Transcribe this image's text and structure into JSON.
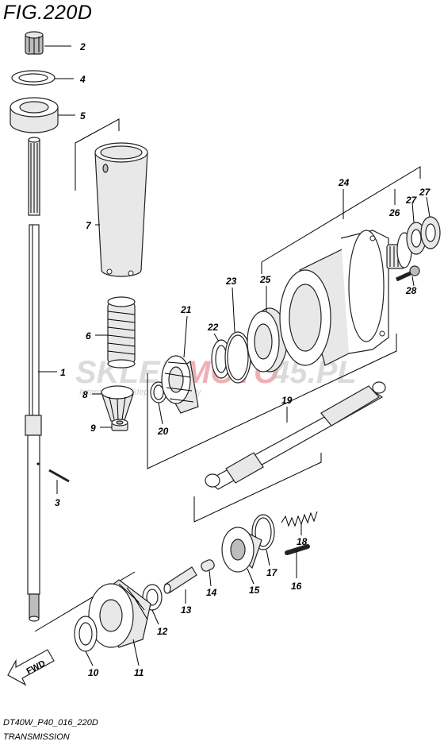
{
  "header": {
    "figure": "FIG.220D"
  },
  "footer": {
    "code": "DT40W_P40_016_220D",
    "subtitle": "TRANSMISSION"
  },
  "watermark": {
    "part1": "SKLEP",
    "part2": "MOTO",
    "part3": "45.PL",
    "tagline": "Internetowy Sklep Motocyklowy"
  },
  "direction": {
    "label": "FWD"
  },
  "callouts": {
    "c1": "1",
    "c2": "2",
    "c3": "3",
    "c4": "4",
    "c5": "5",
    "c6": "6",
    "c7": "7",
    "c8": "8",
    "c9": "9",
    "c10": "10",
    "c11": "11",
    "c12": "12",
    "c13": "13",
    "c14": "14",
    "c15": "15",
    "c16": "16",
    "c17": "17",
    "c18": "18",
    "c19": "19",
    "c20": "20",
    "c21": "21",
    "c22": "22",
    "c23": "23",
    "c24": "24",
    "c25": "25",
    "c26": "26",
    "c27a": "27",
    "c27b": "27",
    "c28": "28"
  },
  "colors": {
    "line": "#000000",
    "watermark_grey": "#bfbfbf",
    "watermark_red": "#e0505a"
  }
}
